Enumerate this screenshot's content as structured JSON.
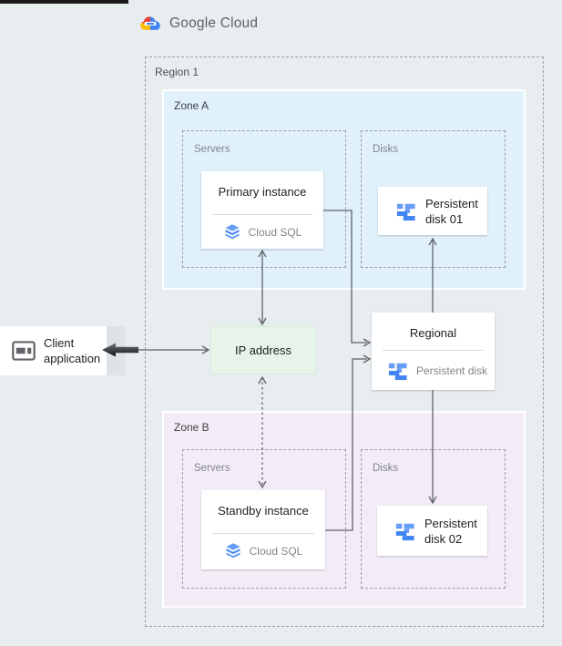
{
  "logo": {
    "text": "Google Cloud"
  },
  "region": {
    "label": "Region 1"
  },
  "zones": {
    "a": {
      "label": "Zone A",
      "servers_label": "Servers",
      "disks_label": "Disks"
    },
    "b": {
      "label": "Zone B",
      "servers_label": "Servers",
      "disks_label": "Disks"
    }
  },
  "cards": {
    "primary": {
      "title": "Primary instance",
      "service": "Cloud SQL"
    },
    "standby": {
      "title": "Standby instance",
      "service": "Cloud SQL"
    },
    "regional": {
      "title": "Regional",
      "service": "Persistent disk"
    },
    "disk01": {
      "title": "Persistent disk 01"
    },
    "disk02": {
      "title": "Persistent disk 02"
    },
    "ip": {
      "label": "IP address"
    },
    "client": {
      "title": "Client application"
    }
  },
  "icons": {
    "logo": "google-cloud-logo",
    "primary_service": "cloud-sql-icon",
    "standby_service": "cloud-sql-icon",
    "regional_service": "persistent-disk-icon",
    "disk01": "persistent-disk-icon",
    "disk02": "persistent-disk-icon",
    "client": "client-application-icon"
  },
  "colors": {
    "background": "#e8edf0",
    "zone_a_bg": "#e0f1fb",
    "zone_b_bg": "#f3ecf7",
    "ip_bg": "#e6f4ea",
    "card_bg": "#ffffff",
    "dashed_border": "#9aa0a6",
    "connector": "#5f6368",
    "icon_blue": "#4285f4",
    "icon_blue_light": "#669df6",
    "logo_red": "#ea4335",
    "logo_yellow": "#fbbc04",
    "logo_blue": "#4285f4",
    "text_primary": "#202124",
    "text_secondary": "#80868b"
  }
}
